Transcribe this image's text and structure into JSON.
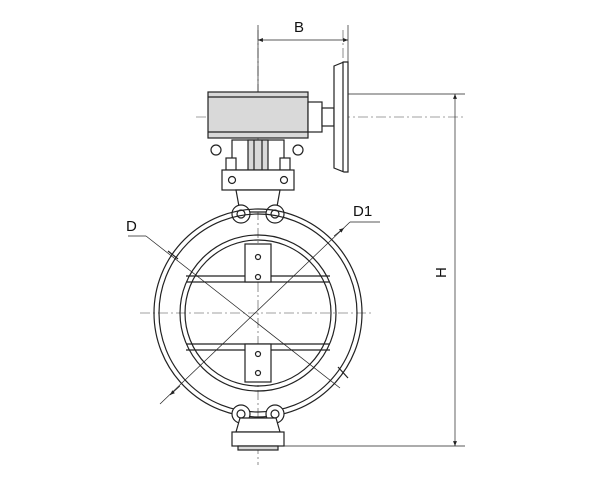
{
  "labels": {
    "b": "B",
    "d": "D",
    "d1": "D1",
    "h": "H"
  },
  "colors": {
    "line": "#222222",
    "shade": "#d9d9d9",
    "background": "#ffffff"
  }
}
